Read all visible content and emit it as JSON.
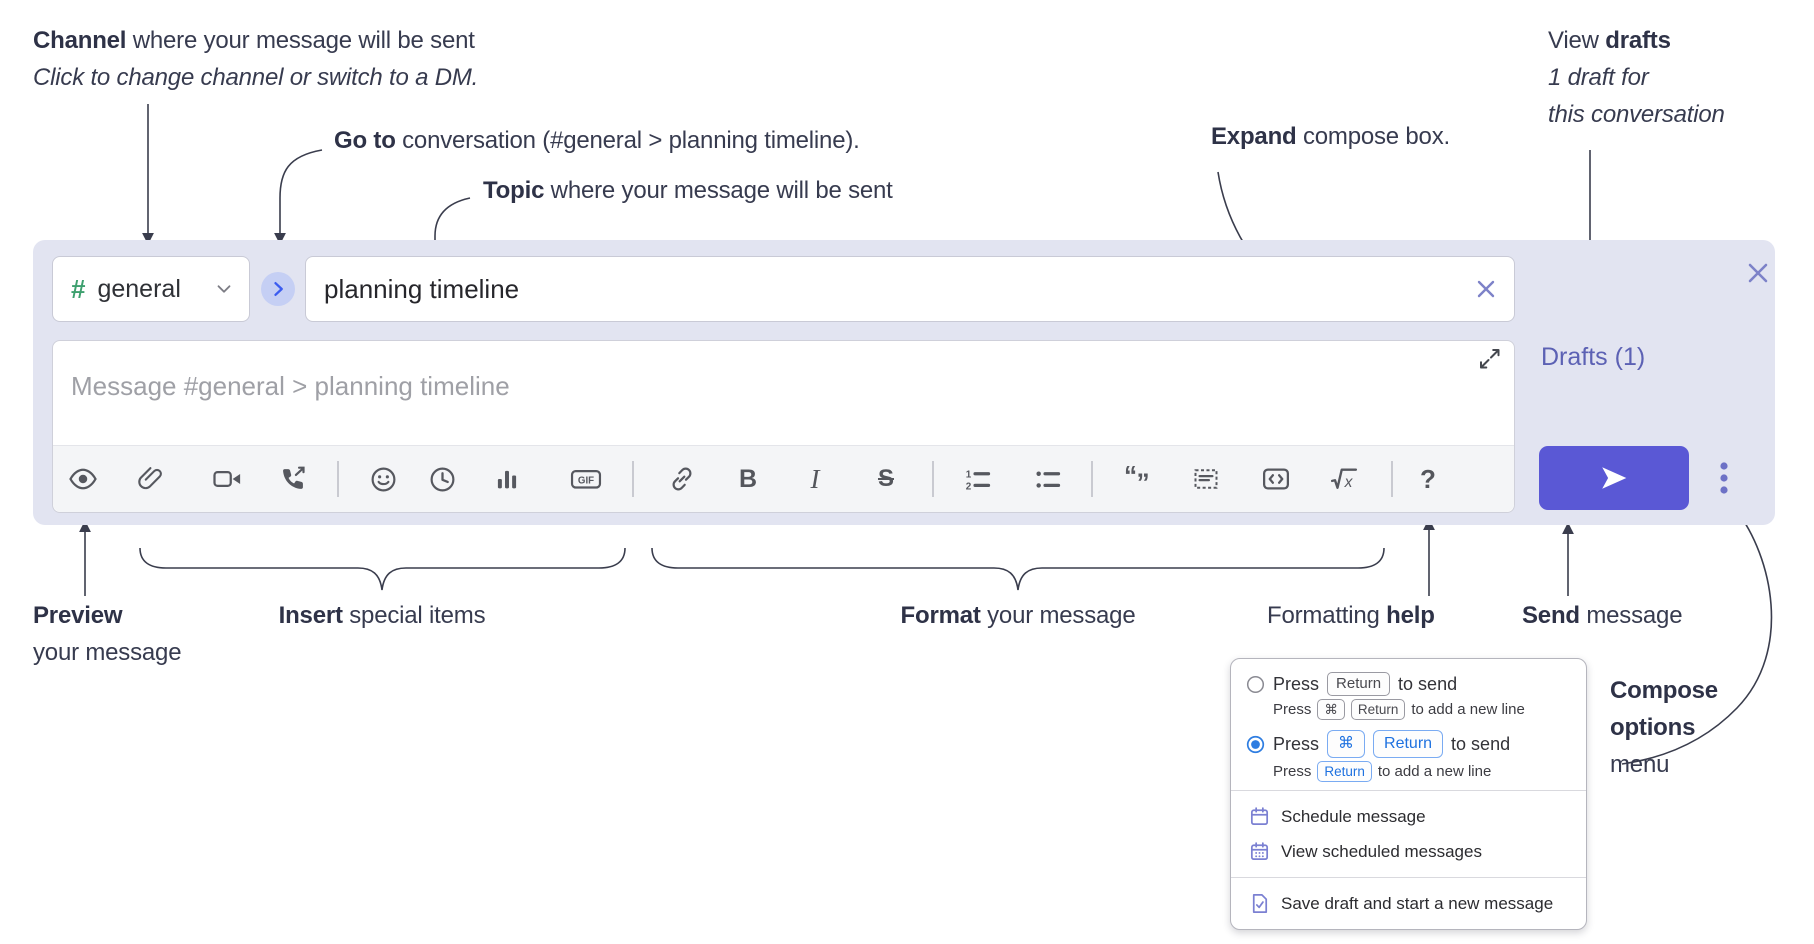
{
  "annotations": {
    "channel": {
      "bold": "Channel",
      "rest": " where your message will be sent",
      "line2": "Click to change channel or switch to a DM."
    },
    "goto": {
      "bold": "Go to",
      "rest": " conversation (#general > planning timeline)."
    },
    "topic": {
      "bold": "Topic",
      "rest": " where your message will be sent"
    },
    "expand": {
      "bold": "Expand",
      "rest": " compose box."
    },
    "view_drafts": {
      "line1_pre": "View ",
      "line1_bold": "drafts",
      "line2": "1 draft for",
      "line3": "this conversation"
    },
    "preview": {
      "bold": "Preview",
      "rest": "your message"
    },
    "insert": {
      "bold": "Insert",
      "rest": " special items"
    },
    "format": {
      "bold": "Format",
      "rest": " your message"
    },
    "formatting_help": {
      "pre": "Formatting ",
      "bold": "help"
    },
    "send": {
      "bold": "Send",
      "rest": " message"
    },
    "compose_options": {
      "line1": "Compose",
      "line2": "options",
      "line3": "menu"
    }
  },
  "compose": {
    "channel_hash": "#",
    "channel_name": "general",
    "topic_value": "planning timeline",
    "message_placeholder": "Message #general > planning timeline",
    "drafts_label": "Drafts (1)",
    "toolbar_glyphs": {
      "gif": "GIF",
      "bold": "B",
      "italic": "I",
      "strike": "S",
      "quote_open": "“",
      "quote_close": "”",
      "code": "<>",
      "math_root": "√",
      "math_x": "x",
      "help": "?"
    }
  },
  "popup": {
    "option1": {
      "press": "Press",
      "key": "Return",
      "suffix": "to send",
      "sub_press": "Press",
      "sub_key1": "⌘",
      "sub_key2": "Return",
      "sub_suffix": "to add a new line"
    },
    "option2": {
      "press": "Press",
      "key1": "⌘",
      "key2": "Return",
      "suffix": "to send",
      "sub_press": "Press",
      "sub_key": "Return",
      "sub_suffix": "to add a new line"
    },
    "items": [
      "Schedule message",
      "View scheduled messages",
      "Save draft and start a new message"
    ]
  },
  "colors": {
    "compose_bg": "#e2e4f1",
    "send_button": "#5a58d5",
    "drafts_link": "#5c61b4",
    "purple_controls": "#7d82c8",
    "hash_green": "#3ea06f",
    "goto_blue": "#3b5cf0",
    "radio_blue": "#2e7de1",
    "menu_icon_purple": "#7b80d2"
  }
}
